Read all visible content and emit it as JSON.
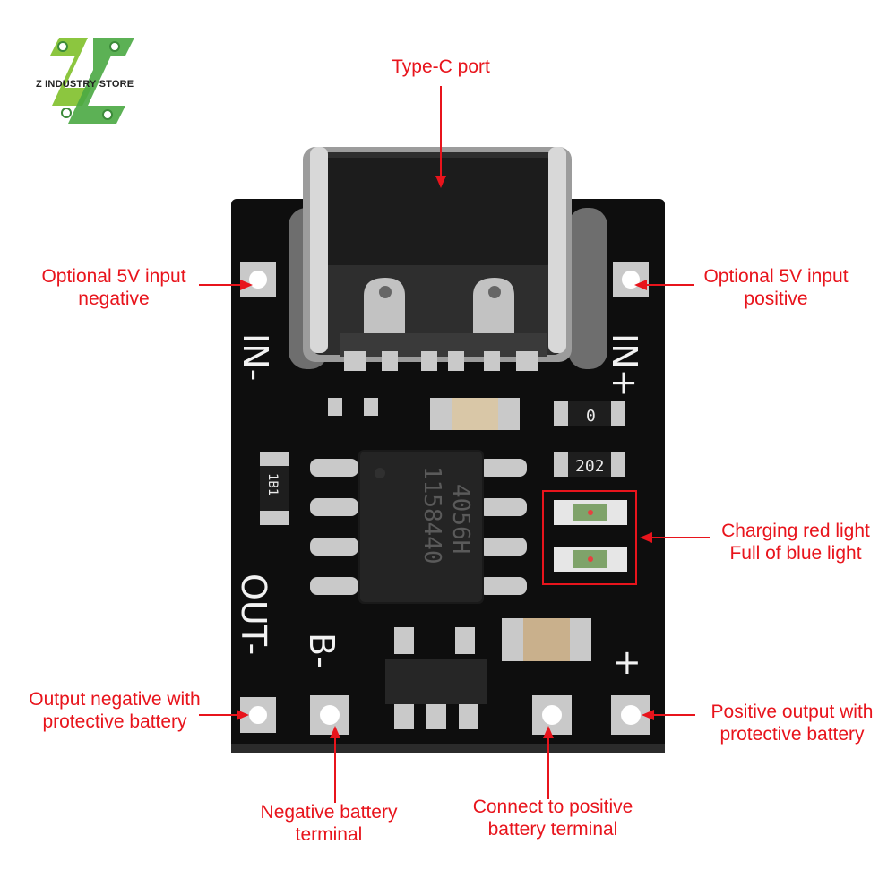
{
  "brand": {
    "store_name": "Z INDUSTRY STORE",
    "green": "#8cc63f",
    "dark_green": "#3c8a3a"
  },
  "board": {
    "silkscreen": {
      "in_minus": "IN-",
      "in_plus": "IN+",
      "out_minus": "OUT-",
      "b_minus": "B-",
      "plus": "+"
    },
    "chip_marking_line1": "4056H",
    "chip_marking_line2": "1158440",
    "resistor_top": "0",
    "resistor_mid": "202",
    "resistor_left": "1B1",
    "pcb_color": "#0e0e0e",
    "pad_color": "#c9c9c9"
  },
  "callouts": {
    "type_c": {
      "line1": "Type-C port"
    },
    "input_negative": {
      "line1": "Optional 5V input",
      "line2": "negative"
    },
    "input_positive": {
      "line1": "Optional 5V input",
      "line2": "positive"
    },
    "leds": {
      "line1": "Charging red light",
      "line2": "Full of blue light"
    },
    "output_negative": {
      "line1": "Output negative with",
      "line2": "protective battery"
    },
    "output_positive": {
      "line1": "Positive output with",
      "line2": "protective battery"
    },
    "battery_negative": {
      "line1": "Negative battery",
      "line2": "terminal"
    },
    "battery_positive": {
      "line1": "Connect to positive",
      "line2": "battery terminal"
    },
    "color": "#e8141c"
  }
}
